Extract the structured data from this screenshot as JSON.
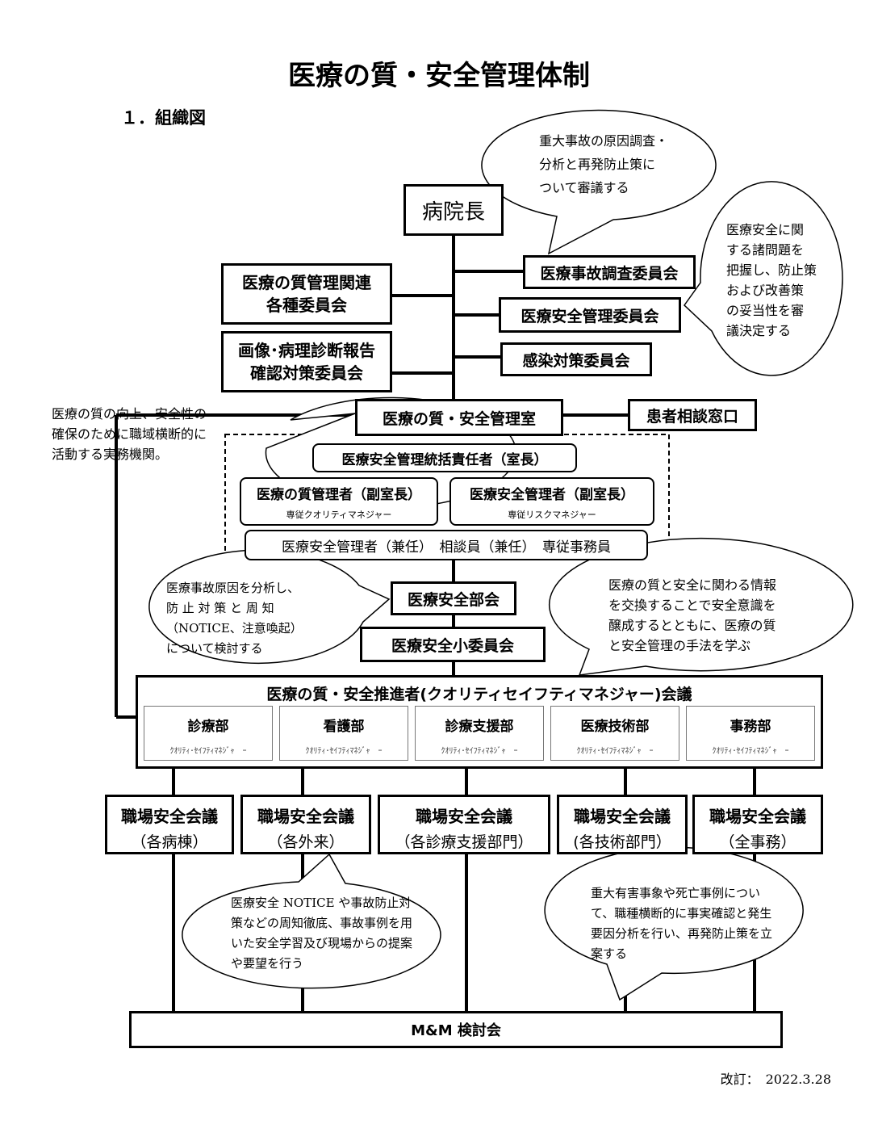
{
  "title": "医療の質・安全管理体制",
  "section": "１．組織図",
  "director": "病院長",
  "committees_left": [
    [
      "医療の質管理関連",
      "各種委員会"
    ],
    [
      "画像･病理診断報告",
      "確認対策委員会"
    ]
  ],
  "committees_right": [
    "医療事故調査委員会",
    "医療安全管理委員会",
    "感染対策委員会"
  ],
  "office": "医療の質・安全管理室",
  "consult": "患者相談窓口",
  "office_members": {
    "chief": "医療安全管理統括責任者（室長）",
    "quality_mgr": "医療の質管理者（副室長）",
    "quality_sub": "専従クオリティマネジャー",
    "safety_mgr": "医療安全管理者（副室長）",
    "safety_sub": "専従リスクマネジャー",
    "others": "医療安全管理者（兼任）　相談員（兼任）　専従事務員"
  },
  "safety_division": "医療安全部会",
  "safety_subcommittee": "医療安全小委員会",
  "promoter_meeting": "医療の質・安全推進者(クオリティセイフティマネジャー)会議",
  "departments": [
    "診療部",
    "看護部",
    "診療支援部",
    "医療技術部",
    "事務部"
  ],
  "department_sub": "ｸｵﾘﾃｨ･ｾｲﾌﾃｨﾏﾈｼﾞｬ　ｰ",
  "workplace_meetings": [
    {
      "title": "職場安全会議",
      "sub": "（各病棟）"
    },
    {
      "title": "職場安全会議",
      "sub": "（各外来）"
    },
    {
      "title": "職場安全会議",
      "sub": "（各診療支援部門）"
    },
    {
      "title": "職場安全会議",
      "sub": "(各技術部門）"
    },
    {
      "title": "職場安全会議",
      "sub": "（全事務）"
    }
  ],
  "mm": "M&M 検討会",
  "bubbles": {
    "accident": [
      "重大事故の原因調査・",
      "分析と再発防止策に",
      "ついて審議する"
    ],
    "safety_committee": [
      "医療安全に関",
      "する諸問題を",
      "把握し、防止策",
      "および改善策",
      "の妥当性を審",
      "議決定する"
    ],
    "office": [
      "医療の質の向上、安全性の",
      "確保のために職域横断的に",
      "活動する実務機関。"
    ],
    "division": [
      "医療事故原因を分析し、",
      "防 止 対 策 と 周 知",
      "（NOTICE、注意喚起）",
      "について検討する"
    ],
    "promoter": [
      "医療の質と安全に関わる情報",
      "を交換することで安全意識を",
      "醸成するとともに、医療の質",
      "と安全管理の手法を学ぶ"
    ],
    "workplace": [
      "医療安全 NOTICE  や事故防止対",
      "策などの周知徹底、事故事例を用",
      "いた安全学習及び現場からの提案",
      "や要望を行う"
    ],
    "mm": [
      "重大有害事象や死亡事例につい",
      "て、職種横断的に事実確認と発生",
      "要因分析を行い、再発防止策を立",
      "案する"
    ]
  },
  "revision": "改訂：　2022.3.28"
}
